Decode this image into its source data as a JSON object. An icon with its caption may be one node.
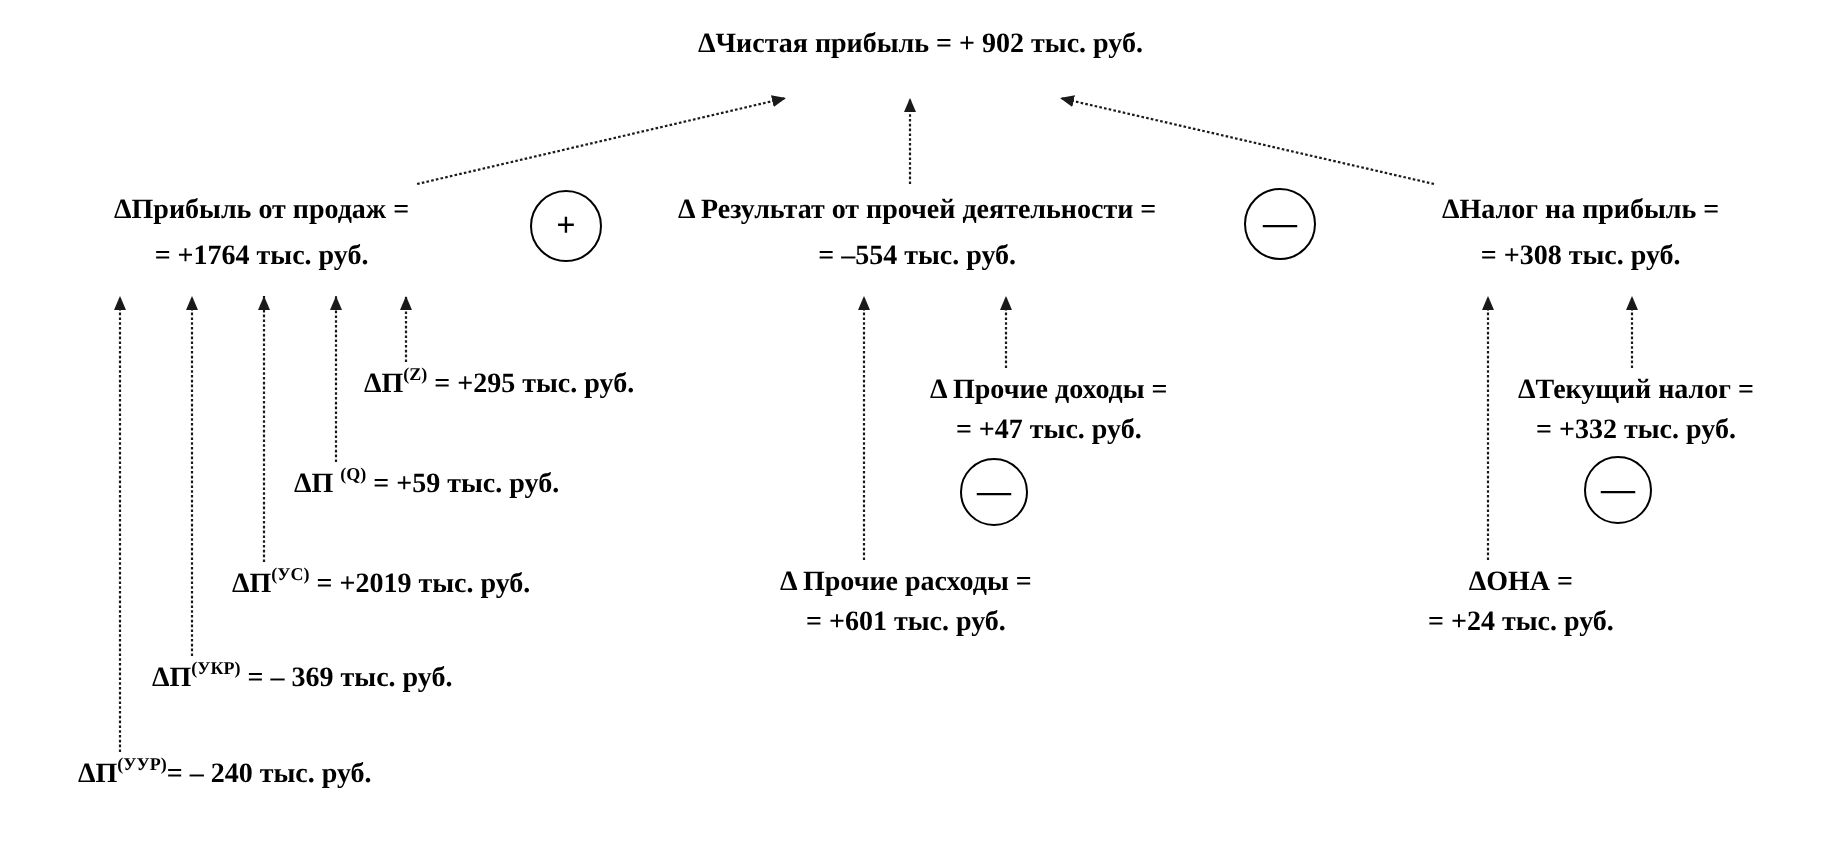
{
  "diagram": {
    "nodes": [
      {
        "text": [
          "ΔЧистая прибыль = + 902 тыс. руб."
        ]
      },
      {
        "text": [
          "ΔПрибыль от продаж =",
          "= +1764 тыс. руб."
        ]
      },
      {
        "text": [
          "+"
        ]
      },
      {
        "text": [
          "Δ Результат от прочей деятельности =",
          "= –554 тыс. руб."
        ]
      },
      {
        "text": [
          "—"
        ]
      },
      {
        "text": [
          "ΔНалог на прибыль =",
          "= +308 тыс. руб."
        ]
      },
      {
        "text": [
          "ΔП$^{(Z)}$ = +295 тыс. руб."
        ]
      },
      {
        "text": [
          "ΔП $^{(Q)}$ = +59 тыс. руб."
        ]
      },
      {
        "text": [
          "ΔП$^{(УС)}$ = +2019 тыс. руб."
        ]
      },
      {
        "text": [
          "ΔП$^{(УКР)}$ = – 369 тыс. руб."
        ]
      },
      {
        "text": [
          "ΔП$^{(УУР)}$= – 240 тыс. руб."
        ]
      },
      {
        "text": [
          "Δ Прочие доходы =",
          "= +47 тыс. руб."
        ]
      },
      {
        "text": [
          "—"
        ]
      },
      {
        "text": [
          "Δ Прочие расходы =",
          "= +601 тыс. руб."
        ]
      },
      {
        "text": [
          "ΔТекущий налог =",
          "= +332 тыс. руб."
        ]
      },
      {
        "text": [
          "—"
        ]
      },
      {
        "text": [
          "ΔОНА =",
          "= +24 тыс. руб."
        ]
      }
    ],
    "edges": [
      {
        "from": 1,
        "to": 0,
        "arrow": "to"
      },
      {
        "from": 3,
        "to": 0,
        "arrow": "to"
      },
      {
        "from": 5,
        "to": 0,
        "arrow": "to"
      },
      {
        "from": 10,
        "to": 1,
        "arrow": "to"
      },
      {
        "from": 9,
        "to": 1,
        "arrow": "to"
      },
      {
        "from": 8,
        "to": 1,
        "arrow": "to"
      },
      {
        "from": 7,
        "to": 1,
        "arrow": "to"
      },
      {
        "from": 6,
        "to": 1,
        "arrow": "to"
      },
      {
        "from": 13,
        "to": 3,
        "arrow": "to"
      },
      {
        "from": 11,
        "to": 3,
        "arrow": "to"
      },
      {
        "from": 16,
        "to": 5,
        "arrow": "to"
      },
      {
        "from": 14,
        "to": 5,
        "arrow": "to"
      }
    ]
  }
}
